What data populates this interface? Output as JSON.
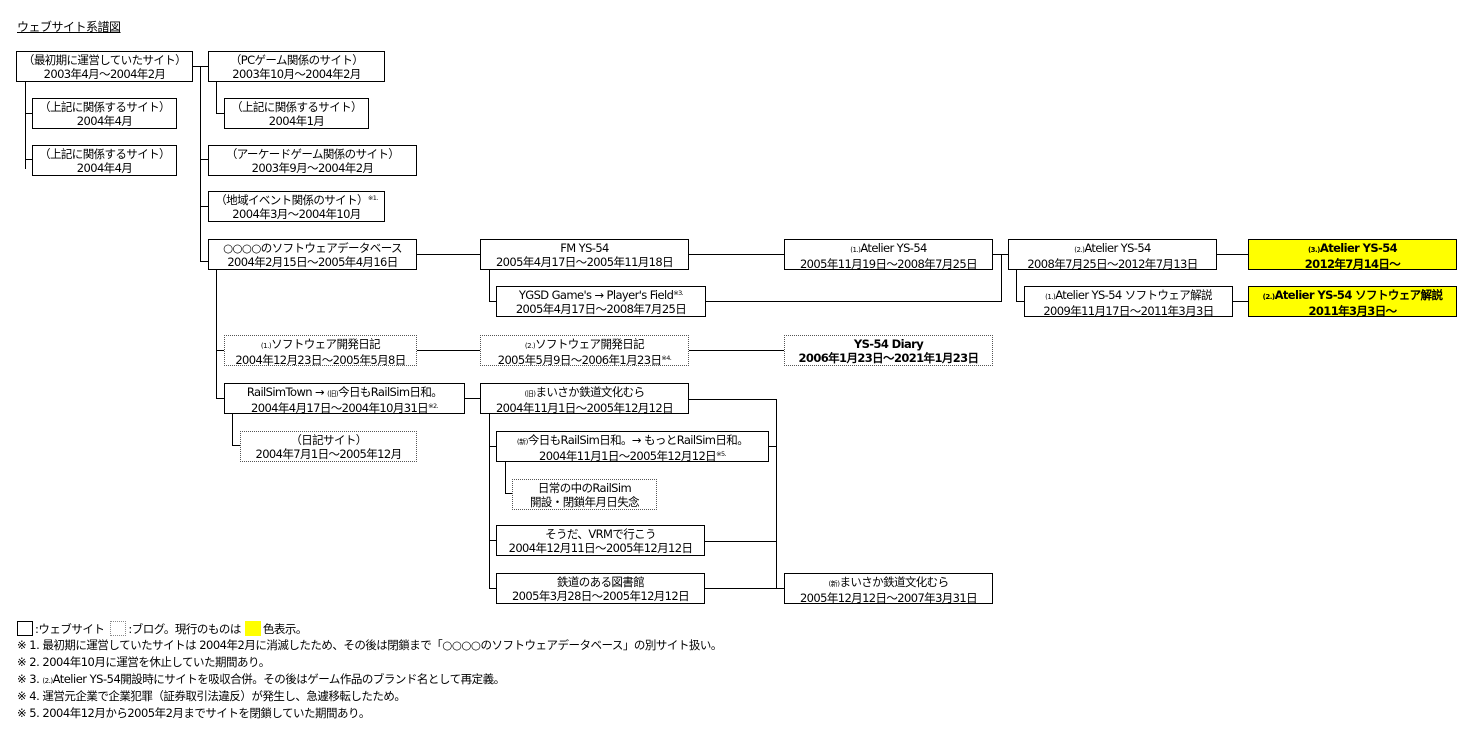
{
  "title": "ウェブサイト系譜図",
  "colors": {
    "current_bg": "#ffff00",
    "border": "#000000",
    "blog_border": "#555555"
  },
  "nodes": {
    "first_site": {
      "name": "（最初期に運営していたサイト）",
      "period": "2003年4月～2004年2月",
      "type": "website"
    },
    "related_1": {
      "name": "（上記に関係するサイト）",
      "period": "2004年4月",
      "type": "website"
    },
    "related_2": {
      "name": "（上記に関係するサイト）",
      "period": "2004年4月",
      "type": "website"
    },
    "pc_game": {
      "name": "（PCゲーム関係のサイト）",
      "period": "2003年10月～2004年2月",
      "type": "website"
    },
    "related_3": {
      "name": "（上記に関係するサイト）",
      "period": "2004年1月",
      "type": "website"
    },
    "arcade": {
      "name": "（アーケードゲーム関係のサイト）",
      "period": "2003年9月～2004年2月",
      "type": "website"
    },
    "local_event": {
      "name": "（地域イベント関係のサイト）",
      "note": "※1.",
      "period": "2004年3月～2004年10月",
      "type": "website"
    },
    "software_db": {
      "name": "○○○○のソフトウェアデータベース",
      "period": "2004年2月15日～2005年4月16日",
      "type": "website"
    },
    "fm_ys54": {
      "name": "FM YS-54",
      "period": "2005年4月17日～2005年11月18日",
      "type": "website"
    },
    "ygsd": {
      "name": "YGSD Game's → Player's Field",
      "note": "※3.",
      "period": "2005年4月17日～2008年7月25日",
      "type": "website"
    },
    "atelier_1": {
      "prefix": "(1.)",
      "name": "Atelier YS-54",
      "period": "2005年11月19日～2008年7月25日",
      "type": "website"
    },
    "atelier_2": {
      "prefix": "(2.)",
      "name": "Atelier YS-54",
      "period": "2008年7月25日～2012年7月13日",
      "type": "website"
    },
    "atelier_3": {
      "prefix": "(3.)",
      "name": "Atelier YS-54",
      "period": "2012年7月14日～",
      "type": "website",
      "current": true
    },
    "atelier_sw_1": {
      "prefix": "(1.)",
      "name": "Atelier YS-54 ソフトウェア解説",
      "period": "2009年11月17日～2011年3月3日",
      "type": "website"
    },
    "atelier_sw_2": {
      "prefix": "(2.)",
      "name": "Atelier YS-54 ソフトウェア解説",
      "period": "2011年3月3日～",
      "type": "website",
      "current": true
    },
    "dev_diary_1": {
      "prefix": "(1.)",
      "name": "ソフトウェア開発日記",
      "period": "2004年12月23日～2005年5月8日",
      "type": "blog"
    },
    "dev_diary_2": {
      "prefix": "(2.)",
      "name": "ソフトウェア開発日記",
      "period": "2005年5月9日～2006年1月23日",
      "note": "※4.",
      "type": "blog"
    },
    "ys54_diary": {
      "name": "YS-54 Diary",
      "period": "2006年1月23日～2021年1月23日",
      "type": "blog",
      "current_style": "bold"
    },
    "railsim_town": {
      "name_a": "RailSimTown → ",
      "prefix": "(旧)",
      "name_b": "今日もRailSim日和。",
      "period": "2004年4月17日～2004年10月31日",
      "note": "※2.",
      "type": "website"
    },
    "diary_site": {
      "name": "（日記サイト）",
      "period": "2004年7月1日～2005年12月",
      "type": "blog"
    },
    "maisaka_old": {
      "prefix": "(旧)",
      "name": "まいさか鉄道文化むら",
      "period": "2004年11月1日～2005年12月12日",
      "type": "website"
    },
    "railsim_new": {
      "prefix": "(新)",
      "name": "今日もRailSim日和。→ もっとRailSim日和。",
      "period": "2004年11月1日～2005年12月12日",
      "note": "※5.",
      "type": "website"
    },
    "railsim_daily": {
      "name": "日常の中のRailSim",
      "period": "開設・閉鎖年月日失念",
      "type": "blog"
    },
    "vrm": {
      "name": "そうだ、VRMで行こう",
      "period": "2004年12月11日～2005年12月12日",
      "type": "website"
    },
    "library": {
      "name": "鉄道のある図書館",
      "period": "2005年3月28日～2005年12月12日",
      "type": "website"
    },
    "maisaka_new": {
      "prefix": "(新)",
      "name": "まいさか鉄道文化むら",
      "period": "2005年12月12日～2007年3月31日",
      "type": "website"
    }
  },
  "legend": {
    "website_label": ":ウェブサイト",
    "blog_label": ":ブログ。現行のものは",
    "current_label": "色表示。",
    "notes": [
      {
        "mark": "※ 1.",
        "text": "最初期に運営していたサイトは 2004年2月に消滅したため、その後は閉鎖まで「○○○○のソフトウェアデータベース」の別サイト扱い。"
      },
      {
        "mark": "※ 2.",
        "text": "2004年10月に運営を休止していた期間あり。"
      },
      {
        "mark": "※ 3.",
        "prefix": "(2.)",
        "text": "Atelier YS-54開設時にサイトを吸収合併。その後はゲーム作品のブランド名として再定義。"
      },
      {
        "mark": "※ 4.",
        "text": "運営元企業で企業犯罪（証券取引法違反）が発生し、急遽移転したため。"
      },
      {
        "mark": "※ 5.",
        "text": "2004年12月から2005年2月までサイトを閉鎖していた期間あり。"
      }
    ]
  }
}
